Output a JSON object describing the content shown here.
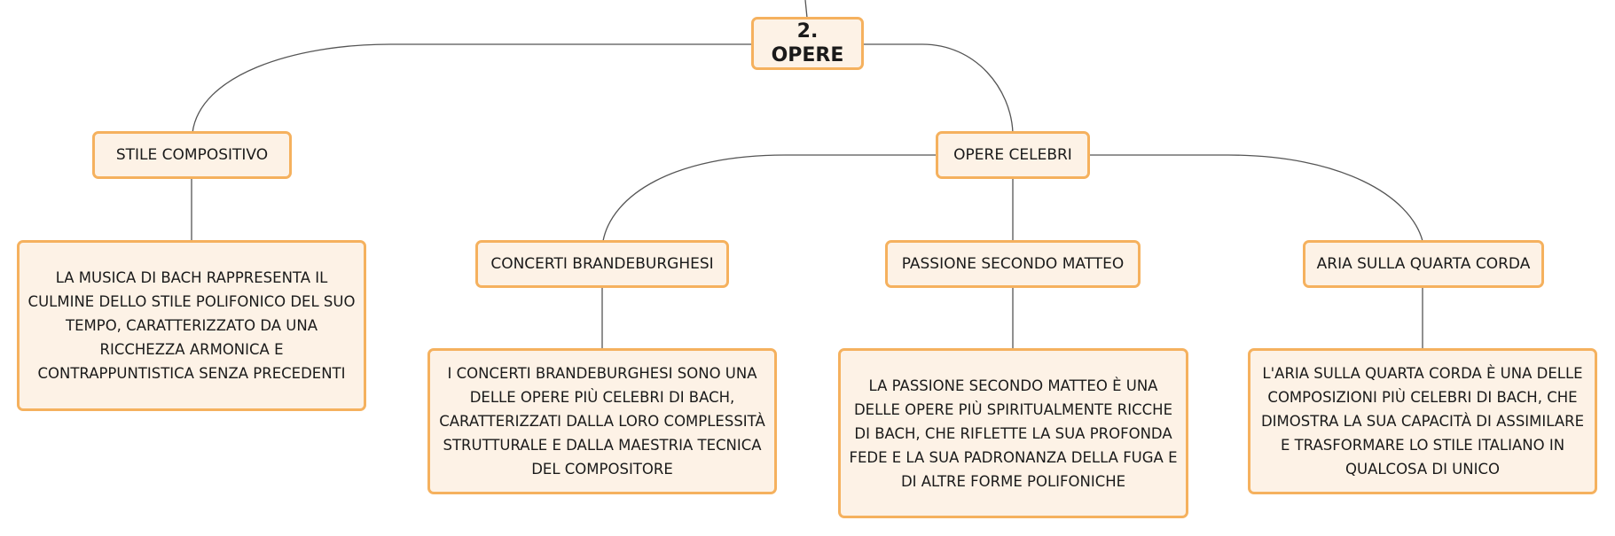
{
  "root": {
    "label": "2. OPERE"
  },
  "branches": {
    "stile": {
      "label": "STILE COMPOSITIVO",
      "description": "LA MUSICA DI BACH RAPPRESENTA IL CULMINE DELLO STILE POLIFONICO DEL SUO TEMPO, CARATTERIZZATO DA UNA RICCHEZZA ARMONICA E CONTRAPPUNTISTICA SENZA PRECEDENTI"
    },
    "opere_celebri": {
      "label": "OPERE CELEBRI",
      "children": [
        {
          "label": "CONCERTI BRANDEBURGHESI",
          "description": "I CONCERTI BRANDEBURGHESI SONO UNA DELLE OPERE PIÙ CELEBRI DI BACH, CARATTERIZZATI DALLA LORO COMPLESSITÀ STRUTTURALE E DALLA MAESTRIA TECNICA DEL COMPOSITORE"
        },
        {
          "label": "PASSIONE SECONDO MATTEO",
          "description": "LA PASSIONE SECONDO MATTEO È UNA DELLE OPERE PIÙ SPIRITUALMENTE RICCHE DI BACH, CHE RIFLETTE LA SUA PROFONDA FEDE E LA SUA PADRONANZA DELLA FUGA E DI ALTRE FORME POLIFONICHE"
        },
        {
          "label": "ARIA SULLA QUARTA CORDA",
          "description": "L'ARIA SULLA QUARTA CORDA È UNA DELLE COMPOSIZIONI PIÙ CELEBRI DI BACH, CHE DIMOSTRA LA SUA CAPACITÀ DI ASSIMILARE E TRASFORMARE LO STILE ITALIANO IN QUALCOSA DI UNICO"
        }
      ]
    }
  },
  "colors": {
    "node_fill": "#fdf2e6",
    "node_border": "#f5b15e",
    "connector": "#555555",
    "text": "#1a1a1a"
  }
}
